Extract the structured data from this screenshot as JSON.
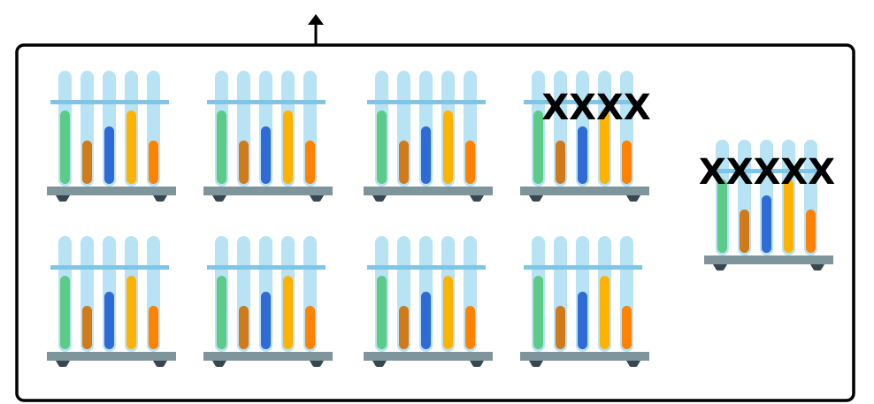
{
  "diagram": {
    "racks": [
      {
        "id": "r1",
        "strike_text": ""
      },
      {
        "id": "r2",
        "strike_text": ""
      },
      {
        "id": "r3",
        "strike_text": ""
      },
      {
        "id": "r4",
        "strike_text": "XXXX"
      },
      {
        "id": "r5",
        "strike_text": ""
      },
      {
        "id": "r6",
        "strike_text": ""
      },
      {
        "id": "r7",
        "strike_text": ""
      },
      {
        "id": "r8",
        "strike_text": ""
      },
      {
        "id": "r9",
        "strike_text": "XXXXX"
      }
    ],
    "tube_colors": {
      "glass": "#b8e3f4",
      "band": "#7fc6e6",
      "liquids": [
        "#5ccb87",
        "#d07a1a",
        "#2e6bd6",
        "#ffb300",
        "#ff8200"
      ]
    },
    "stand_color": "#7f959c",
    "foot_color": "#37474f",
    "frame_color": "#000000"
  }
}
